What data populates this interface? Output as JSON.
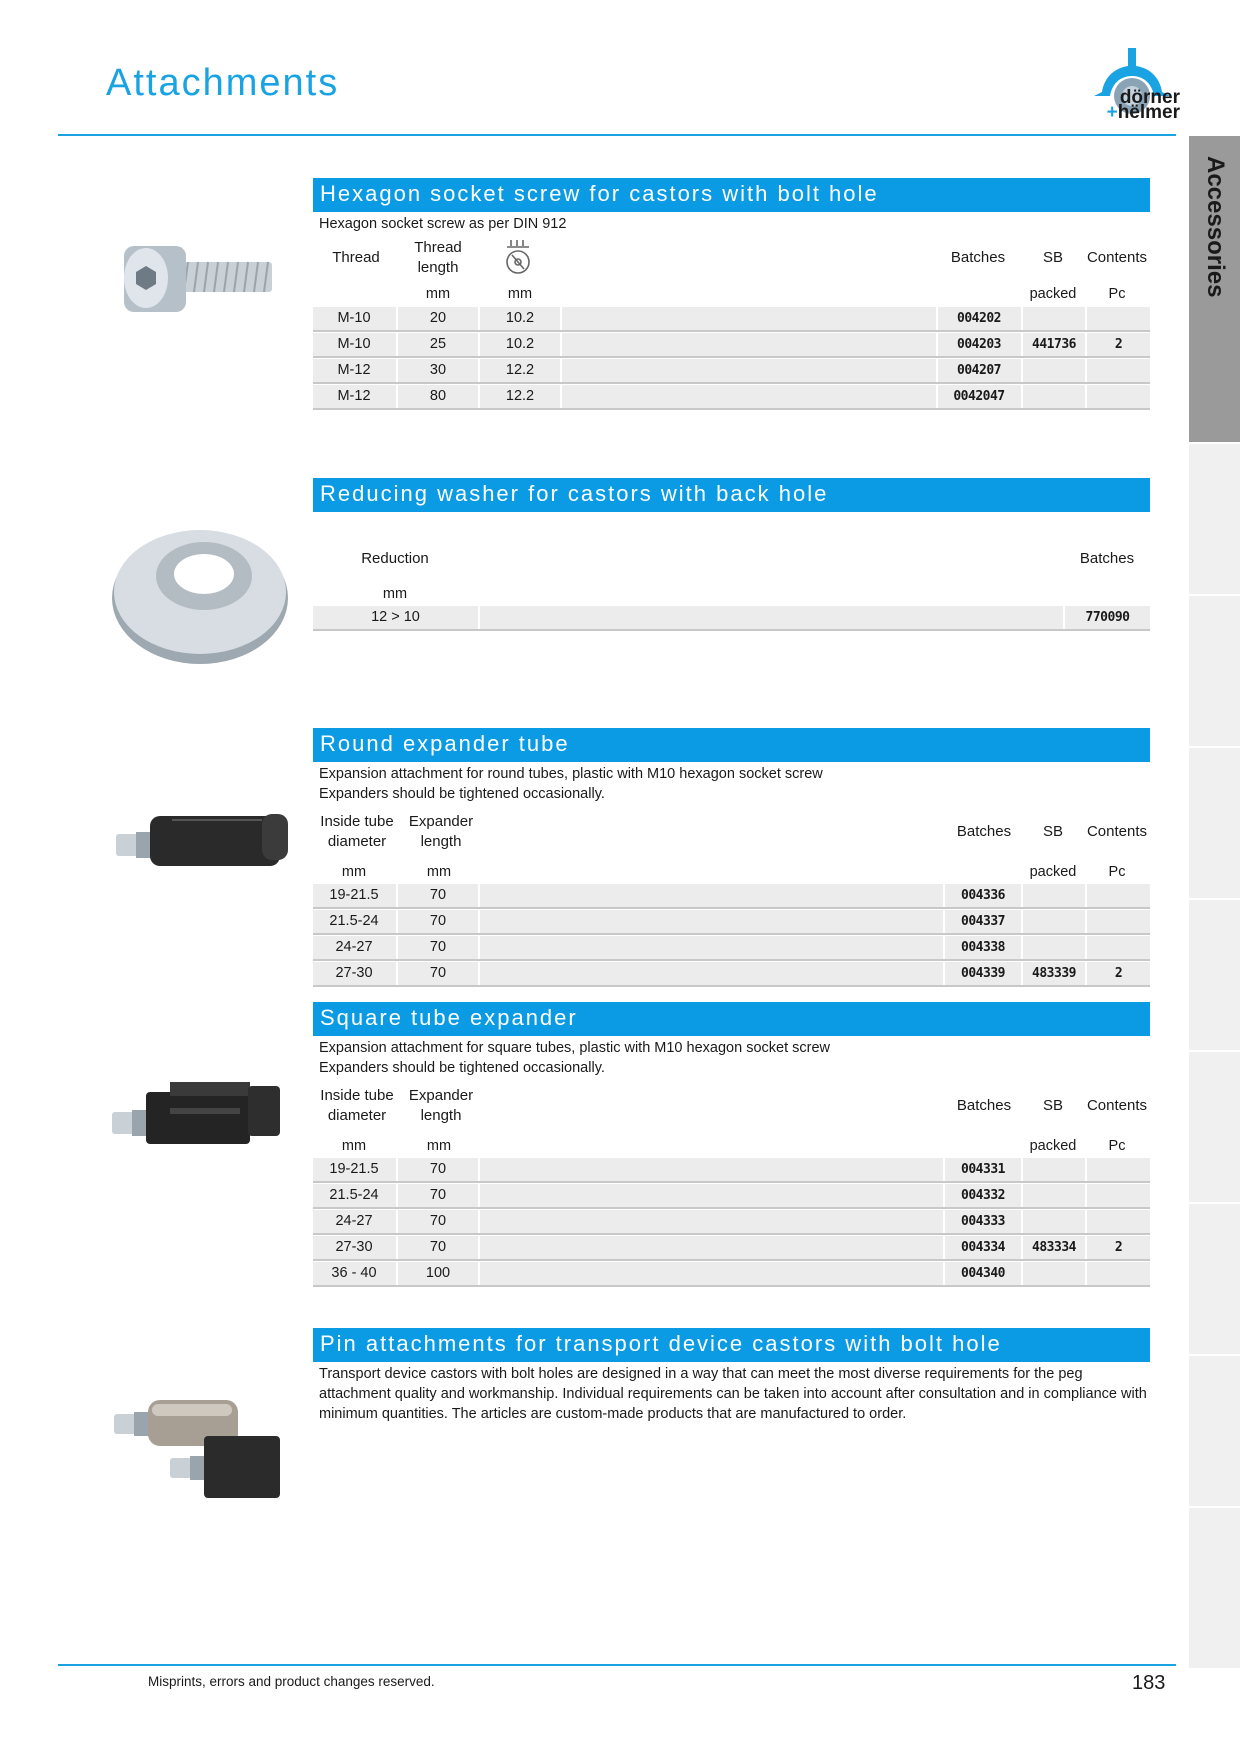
{
  "header": {
    "title": "Attachments",
    "logo_line1": "dörner",
    "logo_plus": "+",
    "logo_line2": "hëlmer"
  },
  "tab": {
    "label": "Accessories"
  },
  "colors": {
    "accent": "#0a9be4",
    "rule": "#1aa3e3",
    "row_bg": "#ececec",
    "tab_active": "#9a9a9a"
  },
  "sections": [
    {
      "title": "Hexagon socket screw for castors with bolt hole",
      "desc": [
        "Hexagon socket screw as per DIN 912"
      ],
      "headers": {
        "thread": "Thread",
        "thread_length_1": "Thread",
        "thread_length_2": "length",
        "icon": "castor-icon",
        "batches": "Batches",
        "sb": "SB",
        "contents": "Contents"
      },
      "units": {
        "thread_length": "mm",
        "col3": "mm",
        "sb": "packed",
        "contents": "Pc"
      },
      "rows": [
        {
          "thread": "M-10",
          "length": "20",
          "c3": "10.2",
          "batches": "004202",
          "sb": "",
          "contents": ""
        },
        {
          "thread": "M-10",
          "length": "25",
          "c3": "10.2",
          "batches": "004203",
          "sb": "441736",
          "contents": "2"
        },
        {
          "thread": "M-12",
          "length": "30",
          "c3": "12.2",
          "batches": "004207",
          "sb": "",
          "contents": ""
        },
        {
          "thread": "M-12",
          "length": "80",
          "c3": "12.2",
          "batches": "0042047",
          "sb": "",
          "contents": ""
        }
      ]
    },
    {
      "title": "Reducing washer for castors with back hole",
      "headers": {
        "reduction": "Reduction",
        "batches": "Batches"
      },
      "units": {
        "reduction": "mm"
      },
      "rows": [
        {
          "reduction": "12 > 10",
          "batches": "770090"
        }
      ]
    },
    {
      "title": "Round expander tube",
      "desc": [
        "Expansion attachment for round tubes, plastic with M10 hexagon socket screw",
        "Expanders should be tightened occasionally."
      ],
      "headers": {
        "inside_1": "Inside tube",
        "inside_2": "diameter",
        "exp_1": "Expander",
        "exp_2": "length",
        "batches": "Batches",
        "sb": "SB",
        "contents": "Contents"
      },
      "units": {
        "inside": "mm",
        "exp": "mm",
        "sb": "packed",
        "contents": "Pc"
      },
      "rows": [
        {
          "inside": "19-21.5",
          "length": "70",
          "batches": "004336",
          "sb": "",
          "contents": ""
        },
        {
          "inside": "21.5-24",
          "length": "70",
          "batches": "004337",
          "sb": "",
          "contents": ""
        },
        {
          "inside": "24-27",
          "length": "70",
          "batches": "004338",
          "sb": "",
          "contents": ""
        },
        {
          "inside": "27-30",
          "length": "70",
          "batches": "004339",
          "sb": "483339",
          "contents": "2"
        }
      ]
    },
    {
      "title": "Square tube expander",
      "desc": [
        "Expansion attachment for square tubes, plastic with M10 hexagon socket screw",
        "Expanders should be tightened occasionally."
      ],
      "headers": {
        "inside_1": "Inside tube",
        "inside_2": "diameter",
        "exp_1": "Expander",
        "exp_2": "length",
        "batches": "Batches",
        "sb": "SB",
        "contents": "Contents"
      },
      "units": {
        "inside": "mm",
        "exp": "mm",
        "sb": "packed",
        "contents": "Pc"
      },
      "rows": [
        {
          "inside": "19-21.5",
          "length": "70",
          "batches": "004331",
          "sb": "",
          "contents": ""
        },
        {
          "inside": "21.5-24",
          "length": "70",
          "batches": "004332",
          "sb": "",
          "contents": ""
        },
        {
          "inside": "24-27",
          "length": "70",
          "batches": "004333",
          "sb": "",
          "contents": ""
        },
        {
          "inside": "27-30",
          "length": "70",
          "batches": "004334",
          "sb": "483334",
          "contents": "2"
        },
        {
          "inside": "36 - 40",
          "length": "100",
          "batches": "004340",
          "sb": "",
          "contents": ""
        }
      ]
    },
    {
      "title": "Pin attachments for transport device castors with bolt hole",
      "desc": [
        "Transport device castors with bolt holes are designed in a way that can meet the most diverse requirements for the peg",
        "attachment quality and workmanship. Individual requirements can be taken into account after consultation and in compliance with",
        "minimum quantities. The articles are custom-made products that are manufactured to order."
      ]
    }
  ],
  "footer": {
    "note": "Misprints, errors and product changes reserved.",
    "page": "183"
  }
}
